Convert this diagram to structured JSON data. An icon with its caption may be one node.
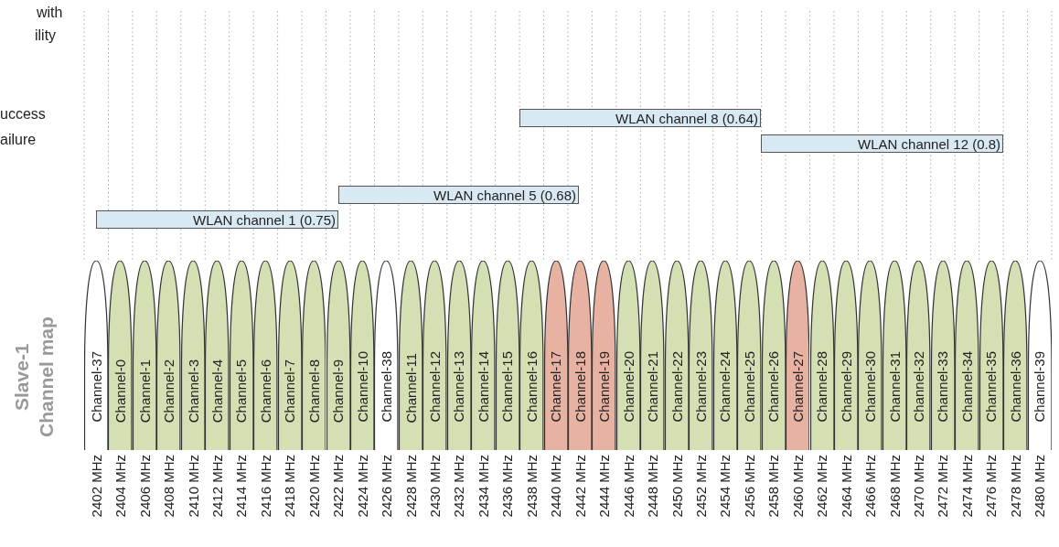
{
  "diagram": {
    "nodes": [
      {
        "text": [
          "Channel-37"
        ],
        "beside": [
          "2402 MHz"
        ]
      },
      {
        "text": [
          "Channel-0"
        ],
        "beside": [
          "2404 MHz"
        ]
      },
      {
        "text": [
          "Channel-1"
        ],
        "beside": [
          "2406 MHz"
        ]
      },
      {
        "text": [
          "Channel-2"
        ],
        "beside": [
          "2408 MHz"
        ]
      },
      {
        "text": [
          "Channel-3"
        ],
        "beside": [
          "2410 MHz"
        ]
      },
      {
        "text": [
          "Channel-4"
        ],
        "beside": [
          "2412 MHz"
        ]
      },
      {
        "text": [
          "Channel-5"
        ],
        "beside": [
          "2414 MHz"
        ]
      },
      {
        "text": [
          "Channel-6"
        ],
        "beside": [
          "2416 MHz"
        ]
      },
      {
        "text": [
          "Channel-7"
        ],
        "beside": [
          "2418 MHz"
        ]
      },
      {
        "text": [
          "Channel-8"
        ],
        "beside": [
          "2420 MHz"
        ]
      },
      {
        "text": [
          "Channel-9"
        ],
        "beside": [
          "2422 MHz"
        ]
      },
      {
        "text": [
          "Channel-10"
        ],
        "beside": [
          "2424 MHz"
        ]
      },
      {
        "text": [
          "Channel-38"
        ],
        "beside": [
          "2426 MHz"
        ]
      },
      {
        "text": [
          "Channel-11"
        ],
        "beside": [
          "2428 MHz"
        ]
      },
      {
        "text": [
          "Channel-12"
        ],
        "beside": [
          "2430 MHz"
        ]
      },
      {
        "text": [
          "Channel-13"
        ],
        "beside": [
          "2432 MHz"
        ]
      },
      {
        "text": [
          "Channel-14"
        ],
        "beside": [
          "2434 MHz"
        ]
      },
      {
        "text": [
          "Channel-15"
        ],
        "beside": [
          "2436 MHz"
        ]
      },
      {
        "text": [
          "Channel-16"
        ],
        "beside": [
          "2438 MHz"
        ]
      },
      {
        "text": [
          "Channel-17"
        ],
        "beside": [
          "2440 MHz"
        ]
      },
      {
        "text": [
          "Channel-18"
        ],
        "beside": [
          "2442 MHz"
        ]
      },
      {
        "text": [
          "Channel-19"
        ],
        "beside": [
          "2444 MHz"
        ]
      },
      {
        "text": [
          "Channel-20"
        ],
        "beside": [
          "2446 MHz"
        ]
      },
      {
        "text": [
          "Channel-21"
        ],
        "beside": [
          "2448 MHz"
        ]
      },
      {
        "text": [
          "Channel-22"
        ],
        "beside": [
          "2450 MHz"
        ]
      },
      {
        "text": [
          "Channel-23"
        ],
        "beside": [
          "2452 MHz"
        ]
      },
      {
        "text": [
          "Channel-24"
        ],
        "beside": [
          "2454 MHz"
        ]
      },
      {
        "text": [
          "Channel-25"
        ],
        "beside": [
          "2456 MHz"
        ]
      },
      {
        "text": [
          "Channel-26"
        ],
        "beside": [
          "2458 MHz"
        ]
      },
      {
        "text": [
          "Channel-27"
        ],
        "beside": [
          "2460 MHz"
        ]
      },
      {
        "text": [
          "Channel-28"
        ],
        "beside": [
          "2462 MHz"
        ]
      },
      {
        "text": [
          "Channel-29"
        ],
        "beside": [
          "2464 MHz"
        ]
      },
      {
        "text": [
          "Channel-30"
        ],
        "beside": [
          "2466 MHz"
        ]
      },
      {
        "text": [
          "Channel-31"
        ],
        "beside": [
          "2468 MHz"
        ]
      },
      {
        "text": [
          "Channel-32"
        ],
        "beside": [
          "2470 MHz"
        ]
      },
      {
        "text": [
          "Channel-33"
        ],
        "beside": [
          "2472 MHz"
        ]
      },
      {
        "text": [
          "Channel-34"
        ],
        "beside": [
          "2474 MHz"
        ]
      },
      {
        "text": [
          "Channel-35"
        ],
        "beside": [
          "2476 MHz"
        ]
      },
      {
        "text": [
          "Channel-36"
        ],
        "beside": [
          "2478 MHz"
        ]
      },
      {
        "text": [
          "Channel-39"
        ],
        "beside": [
          "2480 MHz"
        ]
      },
      {
        "text": [
          "WLAN channel 1 (0.75)"
        ]
      },
      {
        "text": [
          "WLAN channel 5 (0.68)"
        ]
      },
      {
        "text": [
          "WLAN channel 8 (0.64)"
        ]
      },
      {
        "text": [
          "WLAN channel 12 (0.8)"
        ]
      }
    ],
    "labels": [
      "with",
      "ility",
      "uccess",
      "ailure",
      "Slave-1 Channel map"
    ]
  }
}
